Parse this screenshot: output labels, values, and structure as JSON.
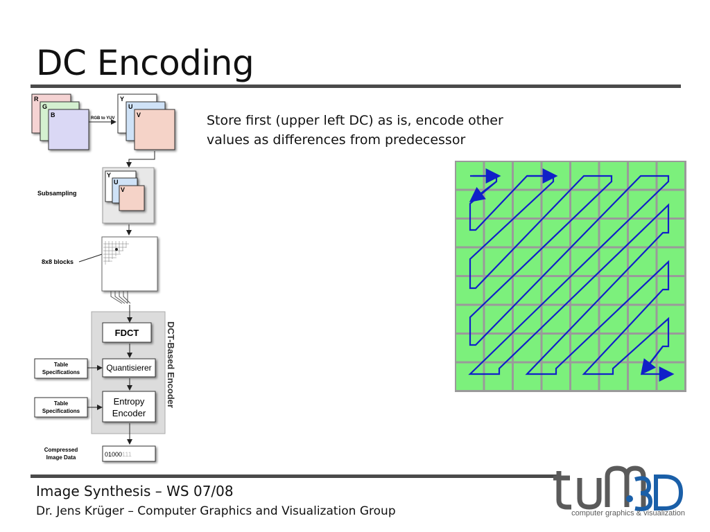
{
  "slide": {
    "title": "DC Encoding",
    "description": "Store first (upper left DC) as is, encode other values as differences from predecessor"
  },
  "pipeline": {
    "rgb_planes": [
      "R",
      "G",
      "B"
    ],
    "conversion_label": "RGB to YUV",
    "yuv_planes": [
      "Y",
      "U",
      "V"
    ],
    "subsampling_label": "Subsampling",
    "subsampled_planes": [
      "Y",
      "U",
      "V"
    ],
    "blocks_label": "8x8 blocks",
    "encoder_title": "DCT-Based Encoder",
    "fdct_label": "FDCT",
    "quantizer_label": "Quantisierer",
    "entropy_label_line1": "Entropy",
    "entropy_label_line2": "Encoder",
    "table_spec_line1": "Table",
    "table_spec_line2": "Specifications",
    "compressed_line1": "Compressed",
    "compressed_line2": "Image Data",
    "bitstream_dark": "01000",
    "bitstream_light": "111"
  },
  "footer": {
    "course": "Image Synthesis – WS 07/08",
    "author": "Dr. Jens Krüger – Computer Graphics and Visualization Group"
  },
  "logo": {
    "text": "computer graphics & visualization",
    "colors": {
      "gray": "#5a5a5a",
      "blue": "#1a5fa8"
    }
  },
  "colors": {
    "grid_green": "#7cf07c",
    "zigzag_blue": "#1020c8",
    "title_rule": "#4a4a4a"
  }
}
